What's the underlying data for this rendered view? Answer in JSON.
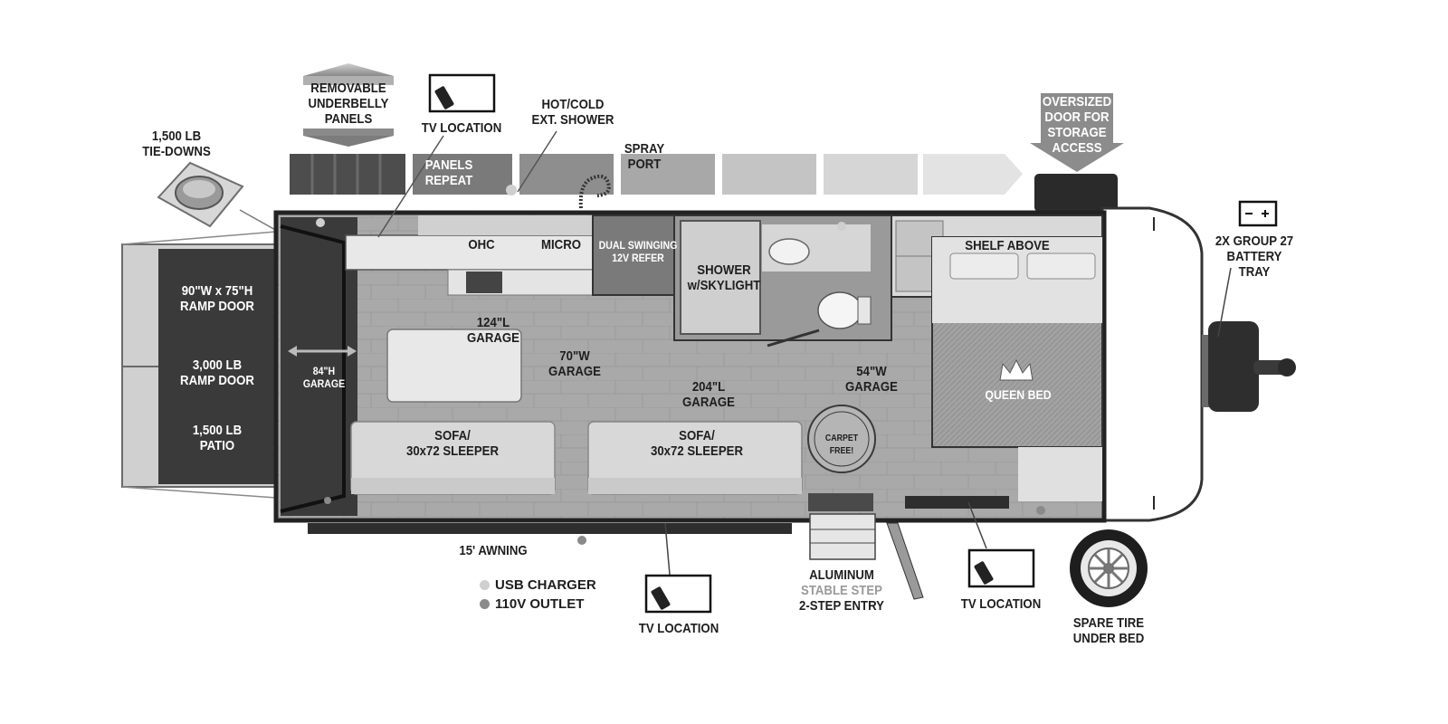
{
  "labels": {
    "removable_panels": "REMOVABLE\nUNDERBELLY\nPANELS",
    "tie_downs": "1,500 LB\nTIE-DOWNS",
    "tv_location_top": "TV LOCATION",
    "hot_cold_shower": "HOT/COLD\nEXT. SHOWER",
    "spray_port": "SPRAY\nPORT",
    "panels_repeat": "PANELS\nREPEAT",
    "oversized_door": "OVERSIZED\nDOOR FOR\nSTORAGE\nACCESS",
    "battery_tray": "2X GROUP 27\nBATTERY\nTRAY",
    "ohc": "OHC",
    "micro": "MICRO",
    "refer": "DUAL SWINGING\n12V REFER",
    "shower": "SHOWER\nw/SKYLIGHT",
    "shelf_above": "SHELF ABOVE",
    "ramp_door_size": "90\"W x 75\"H\nRAMP DOOR",
    "ramp_door_weight": "3,000 LB\nRAMP DOOR",
    "patio": "1,500 LB\nPATIO",
    "garage_height": "84\"H\nGARAGE",
    "garage_124": "124\"L\nGARAGE",
    "garage_70": "70\"W\nGARAGE",
    "garage_204": "204\"L\nGARAGE",
    "garage_54": "54\"W\nGARAGE",
    "queen_bed": "QUEEN BED",
    "sofa_1": "SOFA/\n30x72 SLEEPER",
    "sofa_2": "SOFA/\n30x72 SLEEPER",
    "carpet_free": "CARPET FREE!",
    "awning": "15' AWNING",
    "usb_charger": "USB CHARGER",
    "outlet_110v": "110V OUTLET",
    "tv_location_bottom": "TV LOCATION",
    "aluminum": "ALUMINUM",
    "stable_step": "STABLE STEP",
    "entry": "2-STEP ENTRY",
    "tv_location_right": "TV LOCATION",
    "spare_tire": "SPARE TIRE\nUNDER BED"
  },
  "legend": {
    "usb_color": "#cfcfcf",
    "outlet_color": "#8a8a8a"
  },
  "colors": {
    "ramp": "#3a3a3a",
    "floor": "#a8a8a8",
    "wall": "#2c2c2c",
    "cabinet": "#e6e6e6",
    "bed": "#9c9c9c",
    "front_cap": "#ffffff",
    "arrow_dark": "#8c8c8c",
    "arrow_light": "#e0e0e0"
  },
  "icons": {
    "tv": "tv-icon",
    "crown": "crown-icon",
    "battery": "battery-icon",
    "tire": "tire-icon",
    "tie_down": "tie-down-icon"
  }
}
